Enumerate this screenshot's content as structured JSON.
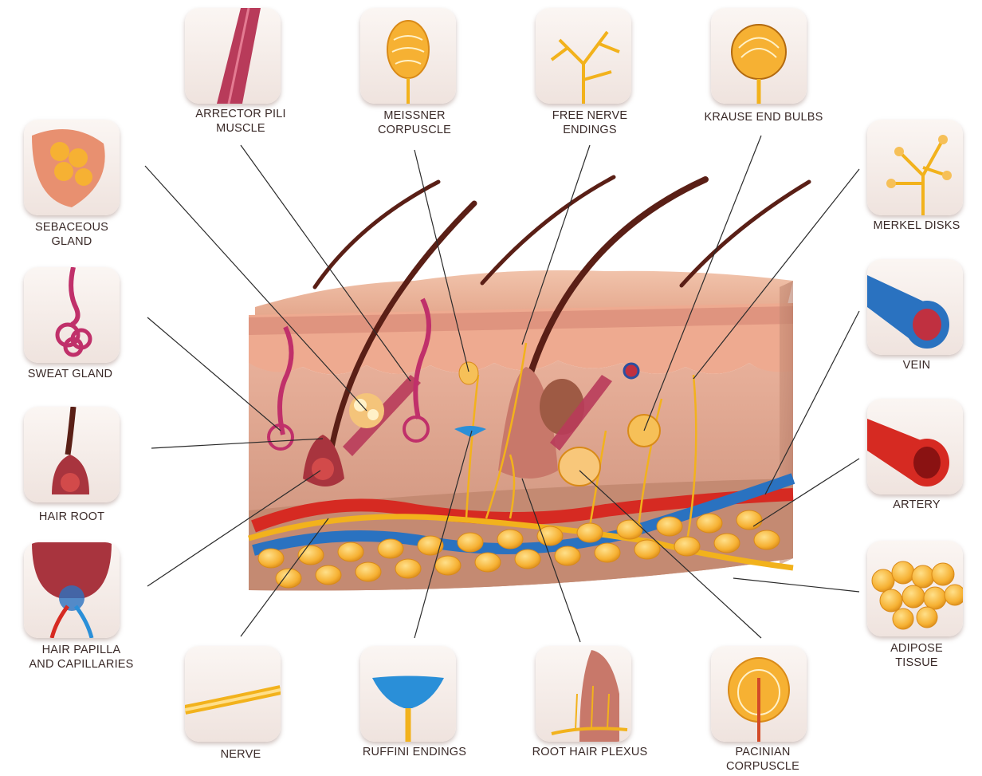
{
  "labels": {
    "arrector_pili_muscle": [
      "ARRECTOR PILI",
      "MUSCLE"
    ],
    "meissner_corpuscle": [
      "MEISSNER",
      "CORPUSCLE"
    ],
    "free_nerve_endings": [
      "FREE NERVE",
      "ENDINGS"
    ],
    "krause_end_bulbs": [
      "KRAUSE END BULBS"
    ],
    "sebaceous_gland": [
      "SEBACEOUS",
      "GLAND"
    ],
    "merkel_disks": [
      "MERKEL DISKS"
    ],
    "sweat_gland": [
      "SWEAT GLAND"
    ],
    "vein": [
      "VEIN"
    ],
    "hair_root": [
      "HAIR ROOT"
    ],
    "artery": [
      "ARTERY"
    ],
    "hair_papilla": [
      "HAIR PAPILLA",
      "AND CAPILLARIES"
    ],
    "adipose_tissue": [
      "ADIPOSE",
      "TISSUE"
    ],
    "nerve": [
      "NERVE"
    ],
    "ruffini_endings": [
      "RUFFINI ENDINGS"
    ],
    "root_hair_plexus": [
      "ROOT HAIR PLEXUS"
    ],
    "pacinian_corpuscle": [
      "PACINIAN",
      "CORPUSCLE"
    ]
  },
  "colors": {
    "epidermis": "#e8a98e",
    "dermis": "#d7a18c",
    "hair": "#5a1f16",
    "artery": "#d62a22",
    "vein": "#2a72c0",
    "nerve": "#f2b21c",
    "fat": "#f4b13c",
    "muscle": "#b83b5a",
    "leader_line": "#2b2b2b"
  }
}
